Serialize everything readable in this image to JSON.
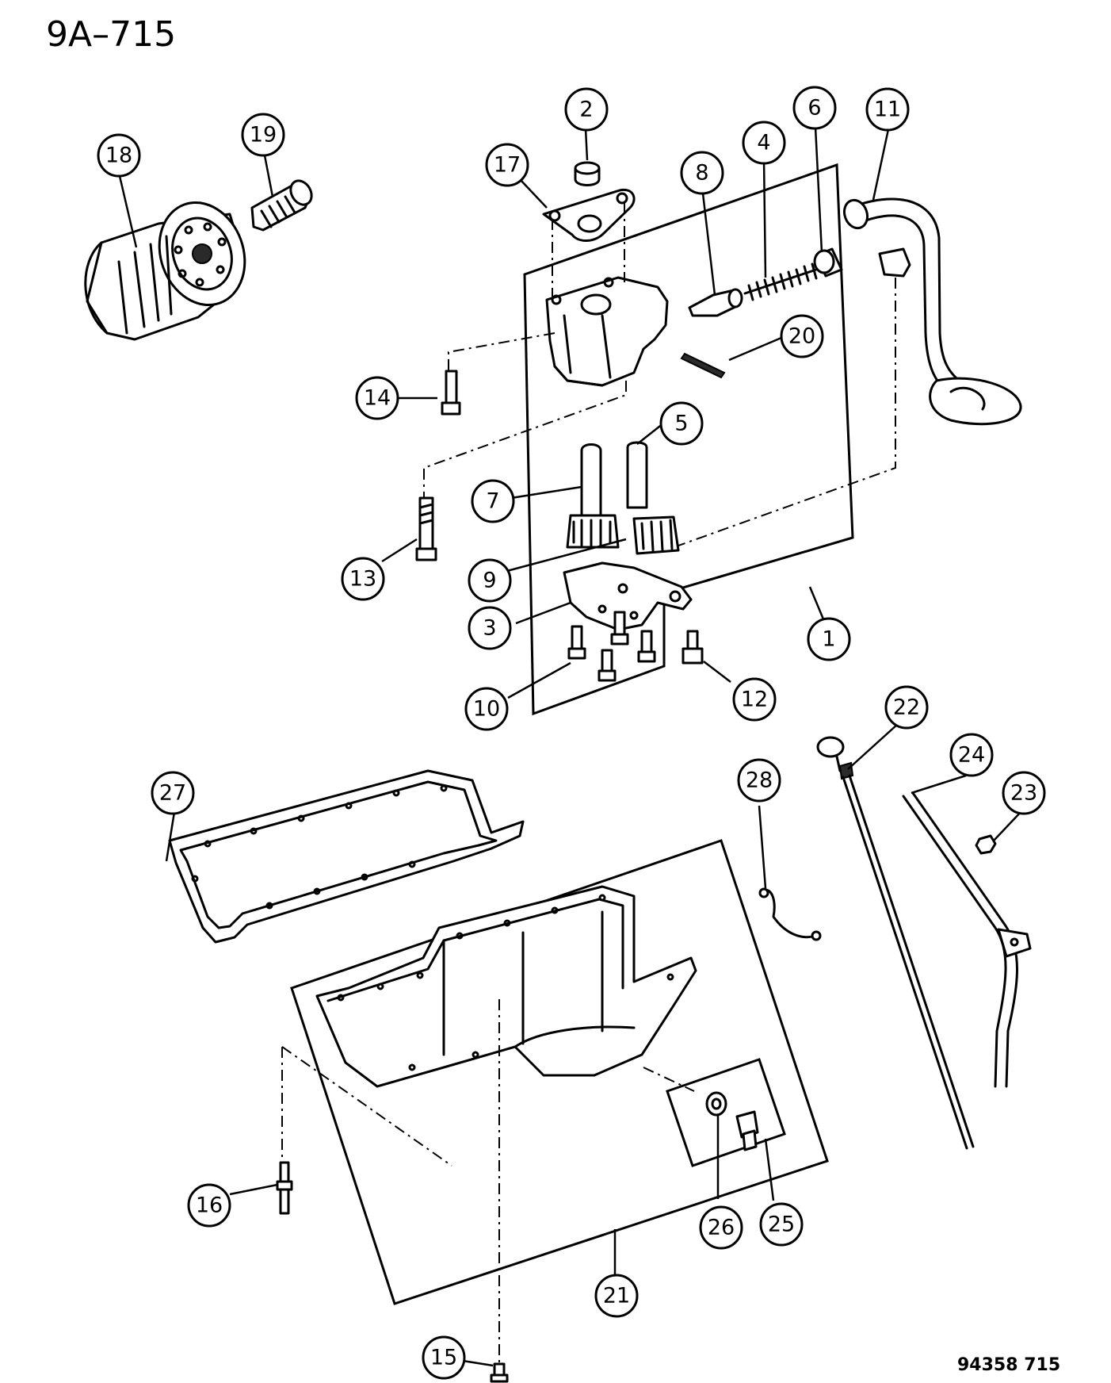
{
  "header": {
    "diagram_code": "9A–715"
  },
  "footer": {
    "plate_number": "94358 715"
  },
  "callouts": [
    {
      "id": "1",
      "label": "1"
    },
    {
      "id": "2",
      "label": "2"
    },
    {
      "id": "3",
      "label": "3"
    },
    {
      "id": "4",
      "label": "4"
    },
    {
      "id": "5",
      "label": "5"
    },
    {
      "id": "6",
      "label": "6"
    },
    {
      "id": "7",
      "label": "7"
    },
    {
      "id": "8",
      "label": "8"
    },
    {
      "id": "9",
      "label": "9"
    },
    {
      "id": "10",
      "label": "10"
    },
    {
      "id": "11",
      "label": "11"
    },
    {
      "id": "12",
      "label": "12"
    },
    {
      "id": "13",
      "label": "13"
    },
    {
      "id": "14",
      "label": "14"
    },
    {
      "id": "15",
      "label": "15"
    },
    {
      "id": "16",
      "label": "16"
    },
    {
      "id": "17",
      "label": "17"
    },
    {
      "id": "18",
      "label": "18"
    },
    {
      "id": "19",
      "label": "19"
    },
    {
      "id": "20",
      "label": "20"
    },
    {
      "id": "21",
      "label": "21"
    },
    {
      "id": "22",
      "label": "22"
    },
    {
      "id": "23",
      "label": "23"
    },
    {
      "id": "24",
      "label": "24"
    },
    {
      "id": "25",
      "label": "25"
    },
    {
      "id": "26",
      "label": "26"
    },
    {
      "id": "27",
      "label": "27"
    },
    {
      "id": "28",
      "label": "28"
    }
  ]
}
